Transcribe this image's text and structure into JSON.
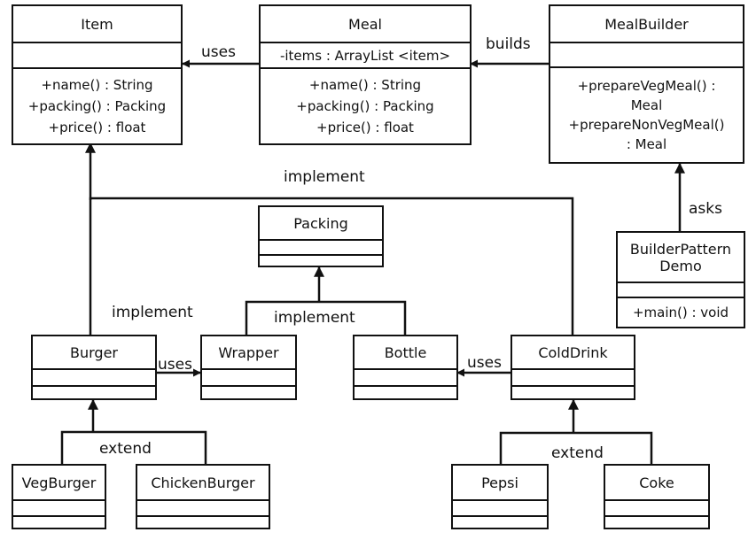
{
  "diagram": {
    "classes": {
      "item": {
        "name": "Item",
        "attributes": [],
        "methods": [
          "+name() : String",
          "+packing() : Packing",
          "+price() : float"
        ]
      },
      "meal": {
        "name": "Meal",
        "attributes": [
          "-items : ArrayList <item>"
        ],
        "methods": [
          "+name() : String",
          "+packing() : Packing",
          "+price() : float"
        ]
      },
      "meal_builder": {
        "name": "MealBuilder",
        "attributes": [],
        "methods": [
          "+prepareVegMeal() :",
          "Meal",
          "+prepareNonVegMeal()",
          ": Meal"
        ]
      },
      "builder_pattern_demo": {
        "name": "BuilderPattern\nDemo",
        "attributes": [],
        "methods": [
          "+main() : void"
        ]
      },
      "packing": {
        "name": "Packing",
        "attributes": [],
        "methods": []
      },
      "burger": {
        "name": "Burger",
        "attributes": [],
        "methods": []
      },
      "wrapper": {
        "name": "Wrapper",
        "attributes": [],
        "methods": []
      },
      "bottle": {
        "name": "Bottle",
        "attributes": [],
        "methods": []
      },
      "cold_drink": {
        "name": "ColdDrink",
        "attributes": [],
        "methods": []
      },
      "veg_burger": {
        "name": "VegBurger",
        "attributes": [],
        "methods": []
      },
      "chicken_burger": {
        "name": "ChickenBurger",
        "attributes": [],
        "methods": []
      },
      "pepsi": {
        "name": "Pepsi",
        "attributes": [],
        "methods": []
      },
      "coke": {
        "name": "Coke",
        "attributes": [],
        "methods": []
      }
    },
    "relationships": [
      {
        "from": "Meal",
        "to": "Item",
        "label": "uses"
      },
      {
        "from": "MealBuilder",
        "to": "Meal",
        "label": "builds"
      },
      {
        "from": "BuilderPatternDemo",
        "to": "MealBuilder",
        "label": "asks"
      },
      {
        "from": "Burger",
        "to": "Item",
        "label": "implement"
      },
      {
        "from": "ColdDrink",
        "to": "Item",
        "label": "implement"
      },
      {
        "from": "Wrapper",
        "to": "Packing",
        "label": "implement"
      },
      {
        "from": "Bottle",
        "to": "Packing",
        "label": "implement"
      },
      {
        "from": "Burger",
        "to": "Wrapper",
        "label": "uses"
      },
      {
        "from": "ColdDrink",
        "to": "Bottle",
        "label": "uses"
      },
      {
        "from": "VegBurger",
        "to": "Burger",
        "label": "extend"
      },
      {
        "from": "ChickenBurger",
        "to": "Burger",
        "label": "extend"
      },
      {
        "from": "Pepsi",
        "to": "ColdDrink",
        "label": "extend"
      },
      {
        "from": "Coke",
        "to": "ColdDrink",
        "label": "extend"
      }
    ],
    "labels": {
      "meal_uses_item": "uses",
      "builder_builds_meal": "builds",
      "demo_asks_builder": "asks",
      "implement_top": "implement",
      "implement_burger": "implement",
      "implement_packing": "implement",
      "burger_uses_wrapper": "uses",
      "colddrink_uses_bottle": "uses",
      "extend_burger": "extend",
      "extend_colddrink": "extend"
    },
    "colors": {
      "line": "#111111",
      "background": "#ffffff"
    }
  }
}
